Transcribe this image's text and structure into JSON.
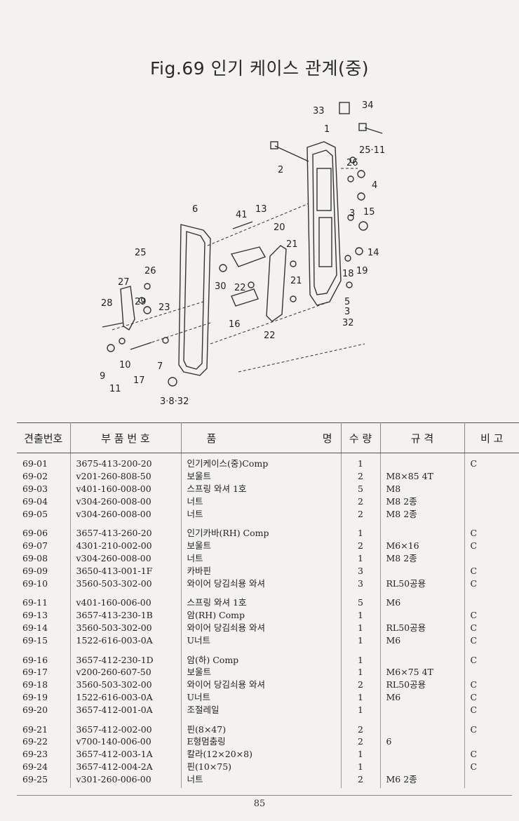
{
  "title": "Fig.69 인기 케이스 관계(중)",
  "diagram_labels": [
    "1",
    "2",
    "3",
    "4",
    "5",
    "6",
    "7",
    "9",
    "10",
    "11",
    "13",
    "14",
    "15",
    "16",
    "17",
    "18",
    "19",
    "20",
    "21",
    "21",
    "22",
    "22",
    "23",
    "25",
    "25·11",
    "26",
    "26",
    "27",
    "28",
    "29",
    "30",
    "33",
    "34",
    "41",
    "3·8·32",
    "3",
    "32"
  ],
  "table": {
    "headers": {
      "ref": "견출번호",
      "part_no": "부 품 번 호",
      "name_a": "품",
      "name_b": "명",
      "qty": "수 량",
      "spec": "규 격",
      "note": "비 고"
    },
    "groups": [
      [
        {
          "ref": "69-01",
          "part_no": "3675-413-200-20",
          "name": "인기케이스(중)Comp",
          "qty": "1",
          "spec": "",
          "note": "C"
        },
        {
          "ref": "69-02",
          "part_no": "v201-260-808-50",
          "name": "보울트",
          "qty": "2",
          "spec": "M8×85 4T",
          "note": ""
        },
        {
          "ref": "69-03",
          "part_no": "v401-160-008-00",
          "name": "스프링 와셔 1호",
          "qty": "5",
          "spec": "M8",
          "note": ""
        },
        {
          "ref": "69-04",
          "part_no": "v304-260-008-00",
          "name": "너트",
          "qty": "2",
          "spec": "M8 2종",
          "note": ""
        },
        {
          "ref": "69-05",
          "part_no": "v304-260-008-00",
          "name": "너트",
          "qty": "2",
          "spec": "M8 2종",
          "note": ""
        }
      ],
      [
        {
          "ref": "69-06",
          "part_no": "3657-413-260-20",
          "name": "인기카바(RH) Comp",
          "qty": "1",
          "spec": "",
          "note": "C"
        },
        {
          "ref": "69-07",
          "part_no": "4301-210-002-00",
          "name": "보울트",
          "qty": "2",
          "spec": "M6×16",
          "note": "C"
        },
        {
          "ref": "69-08",
          "part_no": "v304-260-008-00",
          "name": "너트",
          "qty": "1",
          "spec": "M8 2종",
          "note": ""
        },
        {
          "ref": "69-09",
          "part_no": "3650-413-001-1F",
          "name": "카바핀",
          "qty": "3",
          "spec": "",
          "note": "C"
        },
        {
          "ref": "69-10",
          "part_no": "3560-503-302-00",
          "name": "와이어 당김쇠용 와셔",
          "qty": "3",
          "spec": "RL50공용",
          "note": "C"
        }
      ],
      [
        {
          "ref": "69-11",
          "part_no": "v401-160-006-00",
          "name": "스프링 와셔 1호",
          "qty": "5",
          "spec": "M6",
          "note": ""
        },
        {
          "ref": "69-13",
          "part_no": "3657-413-230-1B",
          "name": "암(RH) Comp",
          "qty": "1",
          "spec": "",
          "note": "C"
        },
        {
          "ref": "69-14",
          "part_no": "3560-503-302-00",
          "name": "와이어 당김쇠용 와셔",
          "qty": "1",
          "spec": "RL50공용",
          "note": "C"
        },
        {
          "ref": "69-15",
          "part_no": "1522-616-003-0A",
          "name": "U너트",
          "qty": "1",
          "spec": "M6",
          "note": "C"
        }
      ],
      [
        {
          "ref": "69-16",
          "part_no": "3657-412-230-1D",
          "name": "암(하) Comp",
          "qty": "1",
          "spec": "",
          "note": "C"
        },
        {
          "ref": "69-17",
          "part_no": "v200-260-607-50",
          "name": "보울트",
          "qty": "1",
          "spec": "M6×75 4T",
          "note": ""
        },
        {
          "ref": "69-18",
          "part_no": "3560-503-302-00",
          "name": "와이어 당김쇠용 와셔",
          "qty": "2",
          "spec": "RL50공용",
          "note": "C"
        },
        {
          "ref": "69-19",
          "part_no": "1522-616-003-0A",
          "name": "U너트",
          "qty": "1",
          "spec": "M6",
          "note": "C"
        },
        {
          "ref": "69-20",
          "part_no": "3657-412-001-0A",
          "name": "조절레일",
          "qty": "1",
          "spec": "",
          "note": "C"
        }
      ],
      [
        {
          "ref": "69-21",
          "part_no": "3657-412-002-00",
          "name": "핀(8×47)",
          "qty": "2",
          "spec": "",
          "note": "C"
        },
        {
          "ref": "69-22",
          "part_no": "v700-140-006-00",
          "name": "E형멈춤링",
          "qty": "2",
          "spec": "6",
          "note": ""
        },
        {
          "ref": "69-23",
          "part_no": "3657-412-003-1A",
          "name": "칼라(12×20×8)",
          "qty": "1",
          "spec": "",
          "note": "C"
        },
        {
          "ref": "69-24",
          "part_no": "3657-412-004-2A",
          "name": "핀(10×75)",
          "qty": "1",
          "spec": "",
          "note": "C"
        },
        {
          "ref": "69-25",
          "part_no": "v301-260-006-00",
          "name": "너트",
          "qty": "2",
          "spec": "M6 2종",
          "note": ""
        }
      ]
    ]
  },
  "page_number": "85"
}
